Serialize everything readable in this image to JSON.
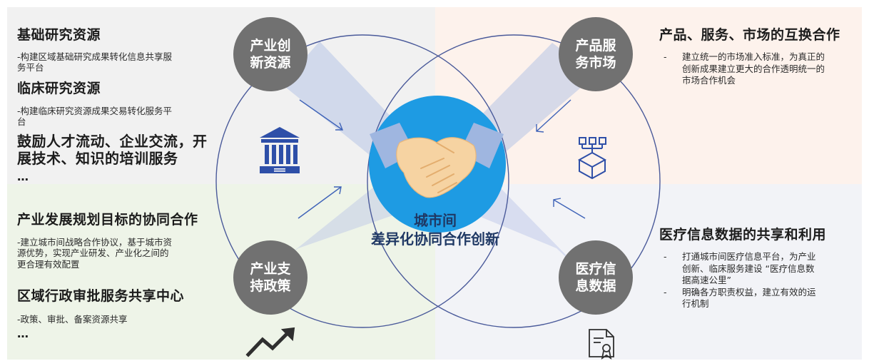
{
  "top_left": {
    "heading1": "基础研究资源",
    "sub1_line1": "-构建区域基础研究成果转化信息共享服",
    "sub1_line2": "务平台",
    "heading2": "临床研究资源",
    "sub2_line1": "-构建临床研究资源成果交易转化服务平",
    "sub2_line2": "台",
    "heading3_line1": "鼓励人才流动、企业交流，开",
    "heading3_line2": "展技术、知识的培训服务",
    "ellipsis": "…"
  },
  "top_right": {
    "heading": "产品、服务、市场的互换合作",
    "bullets": [
      {
        "dash": "-",
        "line1": "建立统一的市场准入标准，为真正的",
        "line2": "创新成果建立更大的合作透明统一的",
        "line3": "市场合作机会"
      }
    ]
  },
  "bottom_left": {
    "heading1": "产业发展规划目标的协同合作",
    "sub1_line1": "-建立城市间战略合作协议，基于城市资",
    "sub1_line2": "源优势，实现产业研发、产业化之间的",
    "sub1_line3": "更合理有效配置",
    "heading2": "区域行政审批服务共享中心",
    "sub2": "-政策、审批、备案资源共享",
    "ellipsis": "…"
  },
  "bottom_right": {
    "heading": "医疗信息数据的共享和利用",
    "bullets": [
      {
        "dash": "-",
        "line1": "打通城市间医疗信息平台，为产业",
        "line2": "创新、临床服务建设 “医疗信息数",
        "line3": "据高速公里”"
      },
      {
        "dash": "-",
        "line1": "明确各方职责权益，建立有效的运",
        "line2": "行机制",
        "line3": ""
      }
    ]
  },
  "nodes": {
    "top_left": "产业创新资源",
    "top_right": "产品服务市场",
    "bottom_left": "产业支持政策",
    "bottom_right": "医疗信息数据"
  },
  "center": {
    "line1": "城市间",
    "line2": "差异化协同合作创新"
  },
  "icons": {
    "top_left": "institution-building-icon",
    "top_right": "network-box-icon",
    "bottom_left": "trend-up-icon",
    "bottom_right": "certificate-document-icon",
    "center": "handshake-icon"
  },
  "colors": {
    "node_fill": "#717171",
    "circle_stroke": "#4a5a9a",
    "center_fill": "#1e9be3",
    "icon_blue": "#2e4fa8",
    "center_text": "#1f3864"
  }
}
